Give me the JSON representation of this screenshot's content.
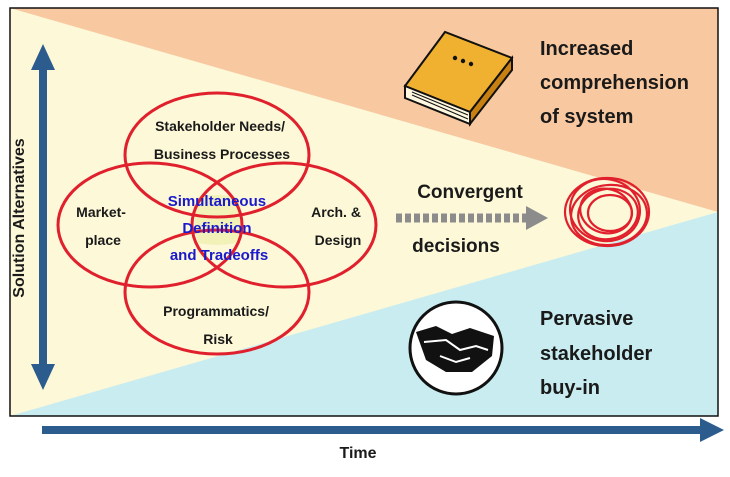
{
  "axes": {
    "y_label": "Solution Alternatives",
    "x_label": "Time"
  },
  "venn": {
    "top": [
      "Stakeholder Needs/",
      "Business Processes"
    ],
    "left": [
      "Market-",
      "place"
    ],
    "right": [
      "Arch. &",
      "Design"
    ],
    "bottom": [
      "Programmatics/",
      "Risk"
    ],
    "center": [
      "Simultaneous",
      "Definition",
      "and Tradeoffs"
    ]
  },
  "convergent": [
    "Convergent",
    "decisions"
  ],
  "outcomes": {
    "top": [
      "Increased",
      "comprehension",
      "of system"
    ],
    "bottom": [
      "Pervasive",
      "stakeholder",
      "buy-in"
    ]
  },
  "colors": {
    "orange_band": "#f8c8a0",
    "blue_band": "#c8ecf0",
    "cream_band": "#fcf8d8",
    "venn_stroke": "#e0202c",
    "center_fill": "#f2f2b8",
    "arrow": "#2c5b8e",
    "dashed_arrow": "#8c8c8c",
    "book": "#e0a020",
    "center_text": "#1a1acc"
  },
  "icons": {
    "book": "book-icon",
    "scribble": "converged-scribble-icon",
    "handshake": "handshake-icon"
  }
}
